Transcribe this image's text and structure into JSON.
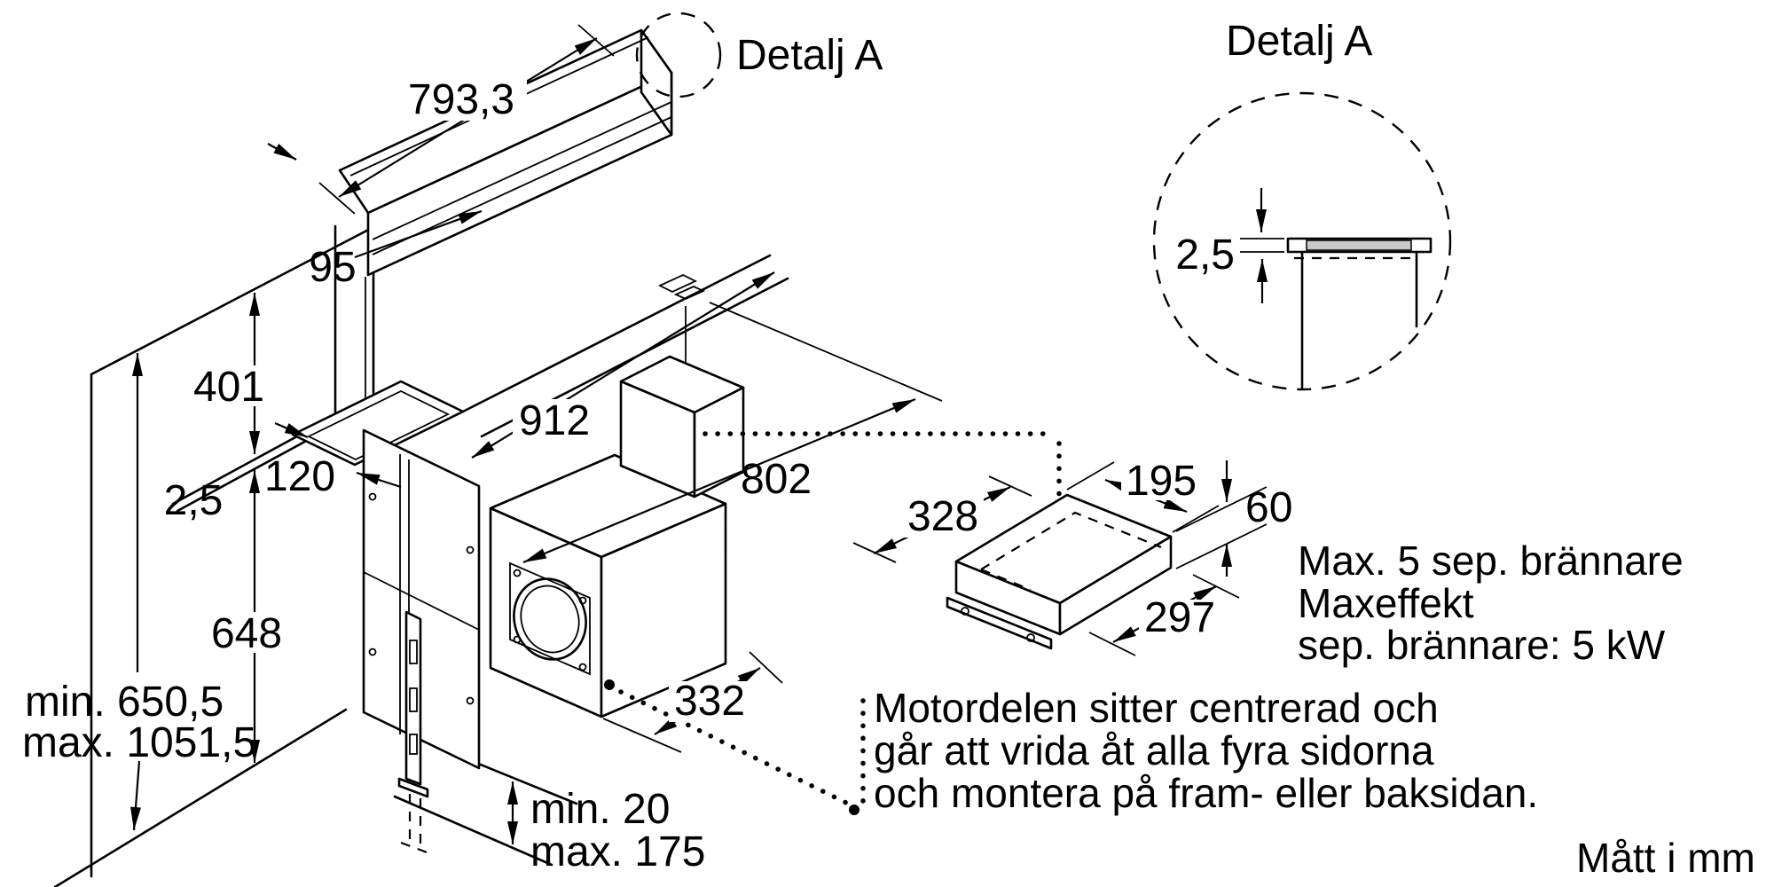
{
  "drawing": {
    "type": "installation-dimension-drawing",
    "units_note": "Mått i mm",
    "detail_callout_left": "Detalj A",
    "detail_view_title": "Detalj A",
    "line_color": "#000000",
    "detail_plate_fill": "#c9c9c9",
    "dims": {
      "panel_width": "793,3",
      "panel_depth": "95",
      "lift_travel": "401",
      "worktop_thickness": "2,5",
      "front_offset": "120",
      "niche_width": "912",
      "rear_clearance": "802",
      "base_height": "648",
      "height_min": "min. 650,5",
      "height_max": "max. 1051,5",
      "floor_gap_min": "min. 20",
      "floor_gap_max": "max. 175",
      "motor_box_depth": "332",
      "duct_box_length": "328",
      "duct_box_width": "195",
      "duct_box_height": "60",
      "duct_box_inner": "297",
      "detail_glass_thickness": "2,5"
    },
    "notes": {
      "burners": [
        "Max. 5 sep. brännare",
        "Maxeffekt",
        "sep. brännare: 5 kW"
      ],
      "motor": [
        "Motordelen sitter centrerad och",
        "går att vrida åt alla fyra sidorna",
        "och montera på fram- eller baksidan."
      ]
    }
  }
}
